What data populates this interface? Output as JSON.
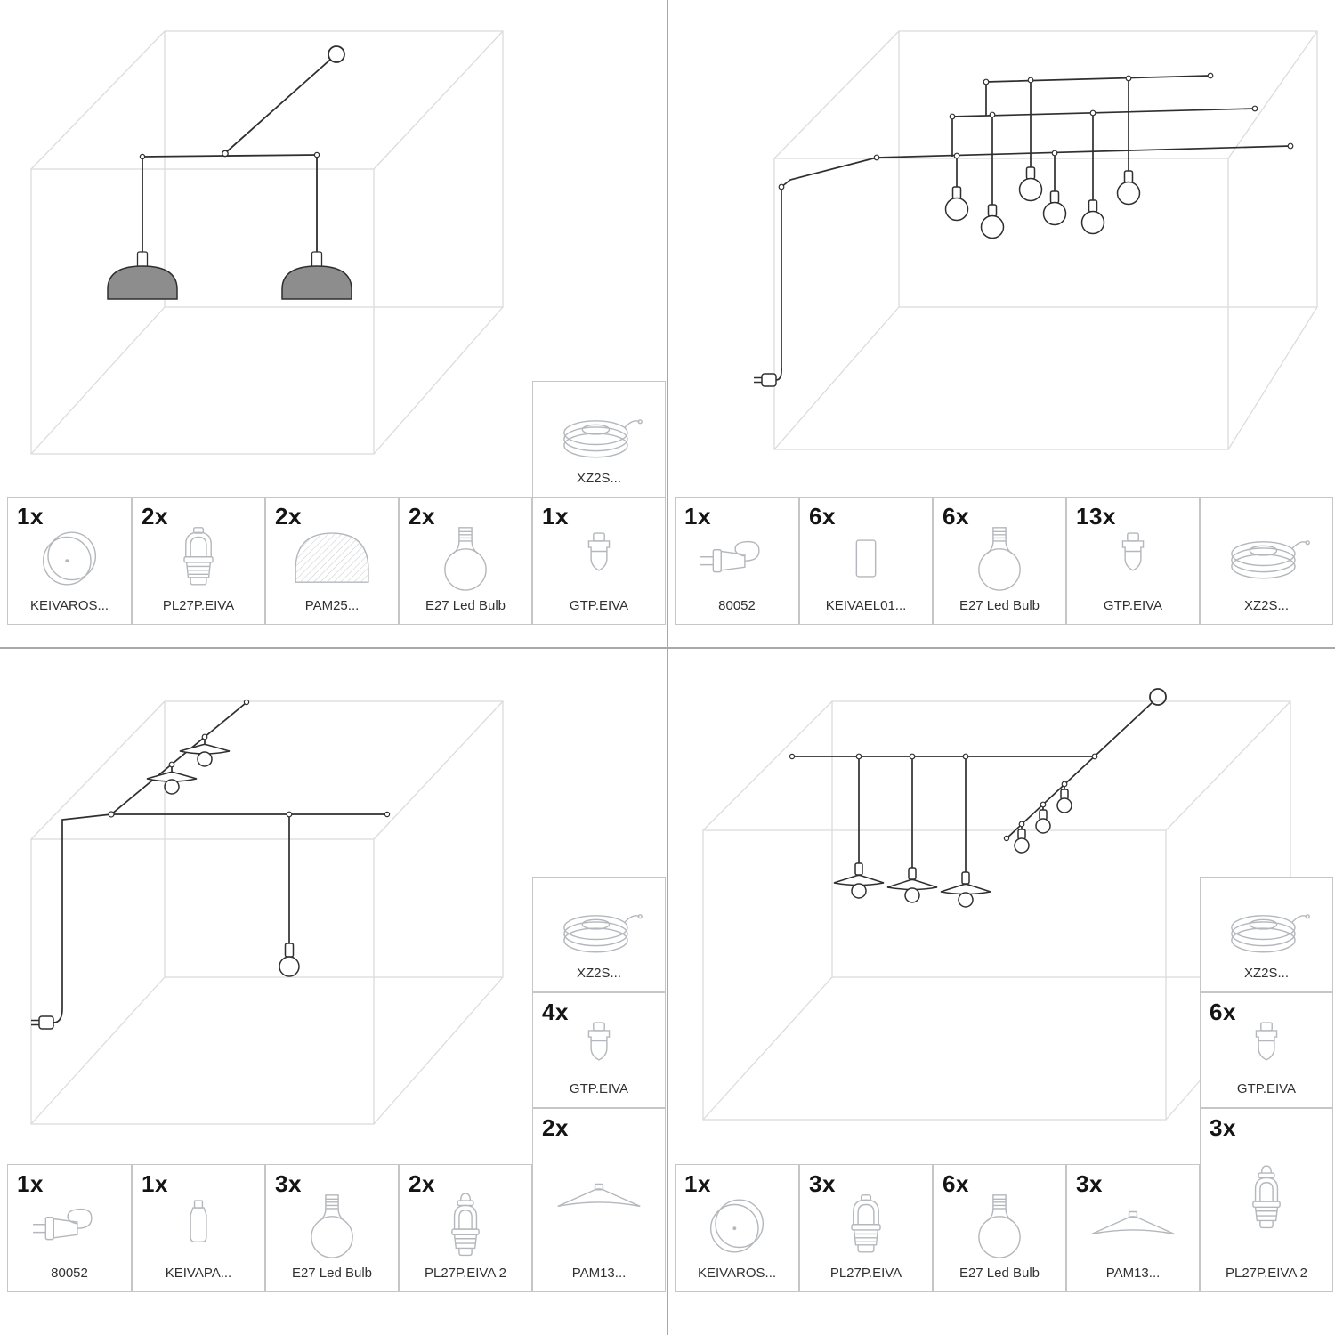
{
  "colors": {
    "cable_line": "#2f2f2f",
    "room_cube": "#dcdcdc",
    "icon_gray": "#b4b8bc",
    "shade_fill": "#8d8d8d",
    "divider": "#a8a8a8",
    "cell_border": "#c6c6c6"
  },
  "quadrants": [
    {
      "id": "q1",
      "cells": [
        {
          "qty": "1x",
          "icon": "ceiling-rose",
          "label": "KEIVAROS..."
        },
        {
          "qty": "2x",
          "icon": "lamp-holder",
          "label": "PL27P.EIVA"
        },
        {
          "qty": "2x",
          "icon": "dome-shade",
          "label": "PAM25..."
        },
        {
          "qty": "2x",
          "icon": "led-bulb",
          "label": "E27 Led Bulb"
        },
        {
          "qty": "1x",
          "icon": "cable-gland",
          "label": "GTP.EIVA"
        }
      ],
      "side_cells": [
        {
          "qty": "",
          "icon": "cable-coil",
          "label": "XZ2S..."
        }
      ]
    },
    {
      "id": "q2",
      "cells": [
        {
          "qty": "1x",
          "icon": "plug",
          "label": "80052"
        },
        {
          "qty": "6x",
          "icon": "cable-clip",
          "label": "KEIVAEL01..."
        },
        {
          "qty": "6x",
          "icon": "led-bulb",
          "label": "E27 Led Bulb"
        },
        {
          "qty": "13x",
          "icon": "cable-gland",
          "label": "GTP.EIVA"
        },
        {
          "qty": "",
          "icon": "cable-coil",
          "label": "XZ2S..."
        }
      ],
      "side_cells": []
    },
    {
      "id": "q3",
      "cells": [
        {
          "qty": "1x",
          "icon": "plug",
          "label": "80052"
        },
        {
          "qty": "1x",
          "icon": "paint-bottle",
          "label": "KEIVAPA..."
        },
        {
          "qty": "3x",
          "icon": "led-bulb",
          "label": "E27 Led Bulb"
        },
        {
          "qty": "2x",
          "icon": "lamp-holder-hook",
          "label": "PL27P.EIVA 2"
        }
      ],
      "side_cells": [
        {
          "qty": "",
          "icon": "cable-coil",
          "label": "XZ2S..."
        },
        {
          "qty": "4x",
          "icon": "cable-gland",
          "label": "GTP.EIVA"
        },
        {
          "qty": "2x",
          "icon": "flat-shade",
          "label": "PAM13..."
        }
      ]
    },
    {
      "id": "q4",
      "cells": [
        {
          "qty": "1x",
          "icon": "ceiling-rose",
          "label": "KEIVAROS..."
        },
        {
          "qty": "3x",
          "icon": "lamp-holder",
          "label": "PL27P.EIVA"
        },
        {
          "qty": "6x",
          "icon": "led-bulb",
          "label": "E27 Led Bulb"
        },
        {
          "qty": "3x",
          "icon": "flat-shade",
          "label": "PAM13..."
        }
      ],
      "side_cells": [
        {
          "qty": "",
          "icon": "cable-coil",
          "label": "XZ2S..."
        },
        {
          "qty": "6x",
          "icon": "cable-gland",
          "label": "GTP.EIVA"
        },
        {
          "qty": "3x",
          "icon": "lamp-holder-hook",
          "label": "PL27P.EIVA 2"
        }
      ]
    }
  ]
}
